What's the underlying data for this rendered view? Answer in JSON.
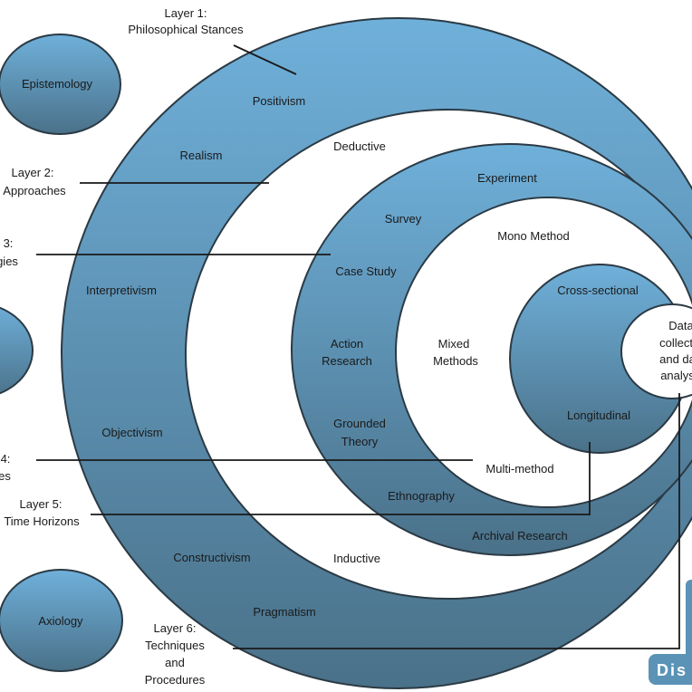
{
  "colors": {
    "ring_top": "#6fb0da",
    "ring_bottom": "#4a7189",
    "stroke": "#2b3a44",
    "logo": "#5b93b6"
  },
  "layers": {
    "layer1": [
      "Layer 1:",
      "Philosophical Stances"
    ],
    "layer2": [
      "Layer 2:",
      "Approaches"
    ],
    "layer3": [
      "3:",
      "gies"
    ],
    "layer4": [
      "4:",
      "es"
    ],
    "layer5": [
      "Layer 5:",
      "Time Horizons"
    ],
    "layer6": [
      "Layer 6:",
      "Techniques",
      "and",
      "Procedures"
    ]
  },
  "side_circles": {
    "epistemology": "Epistemology",
    "axiology": "Axiology"
  },
  "ring1": {
    "positivism": "Positivism",
    "realism": "Realism",
    "interpretivism": "Interpretivism",
    "objectivism": "Objectivism",
    "constructivism": "Constructivism",
    "pragmatism": "Pragmatism"
  },
  "ring2": {
    "deductive": "Deductive",
    "inductive": "Inductive"
  },
  "ring3": {
    "experiment": "Experiment",
    "survey": "Survey",
    "case_study": "Case Study",
    "action_research": [
      "Action",
      "Research"
    ],
    "grounded_theory": [
      "Grounded",
      "Theory"
    ],
    "ethnography": "Ethnography",
    "archival_research": "Archival Research"
  },
  "ring4": {
    "mono_method": "Mono Method",
    "mixed_methods": [
      "Mixed",
      "Methods"
    ],
    "multi_method": "Multi-method"
  },
  "ring5": {
    "cross_sectional": "Cross-sectional",
    "longitudinal": "Longitudinal"
  },
  "core": [
    "Data",
    "collecti",
    "and da",
    "analys"
  ],
  "logo": "Dis"
}
